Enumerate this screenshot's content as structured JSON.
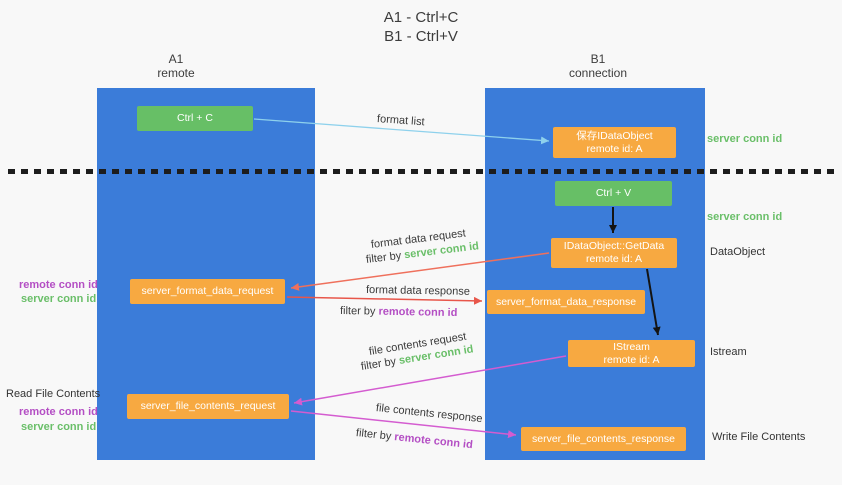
{
  "title": {
    "line1": "A1 - Ctrl+C",
    "line2": "B1 - Ctrl+V"
  },
  "lanes": {
    "left": {
      "name": "A1",
      "role": "remote"
    },
    "right": {
      "name": "B1",
      "role": "connection"
    }
  },
  "nodes": {
    "ctrl_c": {
      "label": "Ctrl + C"
    },
    "save_dataobject": {
      "line1": "保存IDataObject",
      "line2": "remote id: A"
    },
    "ctrl_v": {
      "label": "Ctrl + V"
    },
    "getdata": {
      "line1": "IDataObject::GetData",
      "line2": "remote id: A"
    },
    "format_request": {
      "label": "server_format_data_request"
    },
    "format_response": {
      "label": "server_format_data_response"
    },
    "istream": {
      "line1": "IStream",
      "line2": "remote id: A"
    },
    "file_request": {
      "label": "server_file_contents_request"
    },
    "file_response": {
      "label": "server_file_contents_response"
    }
  },
  "edge_labels": {
    "format_list": "format list",
    "format_data_request": "format data request",
    "format_data_request_filter": {
      "prefix": "filter by ",
      "key": "server conn id"
    },
    "format_data_response": "format data response",
    "format_data_response_filter": {
      "prefix": "filter by ",
      "key": "remote conn id"
    },
    "file_contents_request": "file contents request",
    "file_contents_request_filter": {
      "prefix": "filter by ",
      "key": "server conn id"
    },
    "file_contents_response": "file contents response",
    "file_contents_response_filter": {
      "prefix": "filter by ",
      "key": "remote conn id"
    }
  },
  "side_labels": {
    "server_conn_id_saved": "server conn id",
    "server_conn_id_ctrlv": "server conn id",
    "dataobject": "DataObject",
    "istream": "Istream",
    "write_file_contents": "Write File Contents",
    "remote_conn_id_format": "remote conn id",
    "server_conn_id_format": "server conn id",
    "read_file_contents": "Read File Contents",
    "remote_conn_id_file": "remote conn id",
    "server_conn_id_file": "server conn id"
  },
  "colors": {
    "background": "#f8f8f8",
    "lane_blue": "#3b7cd9",
    "node_green": "#67bf66",
    "node_orange": "#f7a941",
    "arrow_light_blue": "#8ed1ec",
    "arrow_salmon": "#ef705c",
    "arrow_red": "#e8564a",
    "arrow_magenta": "#d45cd0",
    "arrow_black": "#141414",
    "text_green": "#6abf69",
    "text_purple": "#b44fc4"
  }
}
